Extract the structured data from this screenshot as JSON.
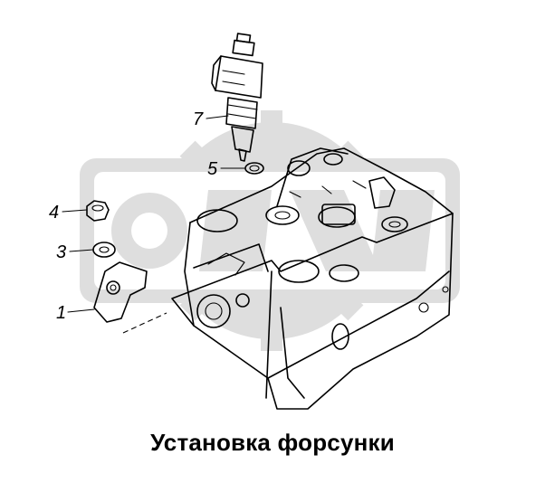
{
  "caption": "Установка форсунки",
  "callouts": [
    {
      "id": "7",
      "label": "7"
    },
    {
      "id": "5",
      "label": "5"
    },
    {
      "id": "4",
      "label": "4"
    },
    {
      "id": "3",
      "label": "3"
    },
    {
      "id": "1",
      "label": "1"
    }
  ],
  "colors": {
    "line": "#000000",
    "watermark": "#dedede",
    "background": "#ffffff"
  }
}
